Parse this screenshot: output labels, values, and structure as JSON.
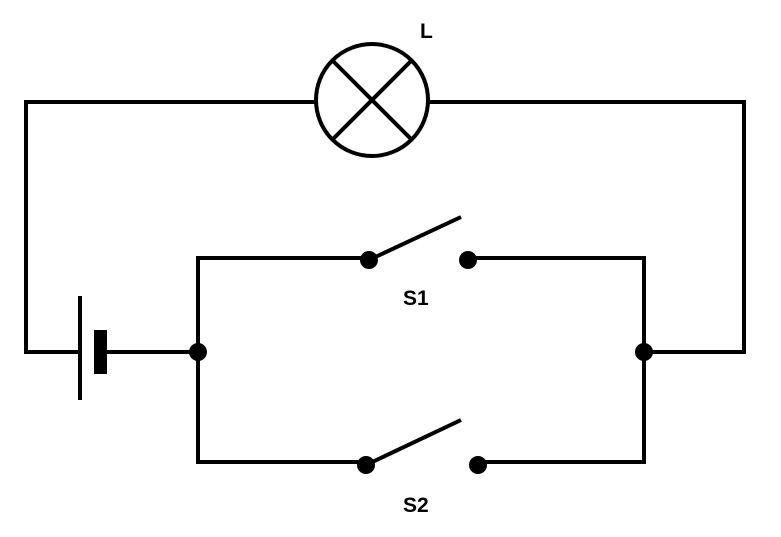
{
  "diagram": {
    "lamp_label": "L",
    "switch_1_label": "S1",
    "switch_2_label": "S2"
  },
  "colors": {
    "line": "#000000",
    "background": "#ffffff"
  },
  "icons": {
    "lamp": "lamp-icon",
    "battery": "battery-icon",
    "switch_1": "open-switch-icon",
    "switch_2": "open-switch-icon"
  }
}
